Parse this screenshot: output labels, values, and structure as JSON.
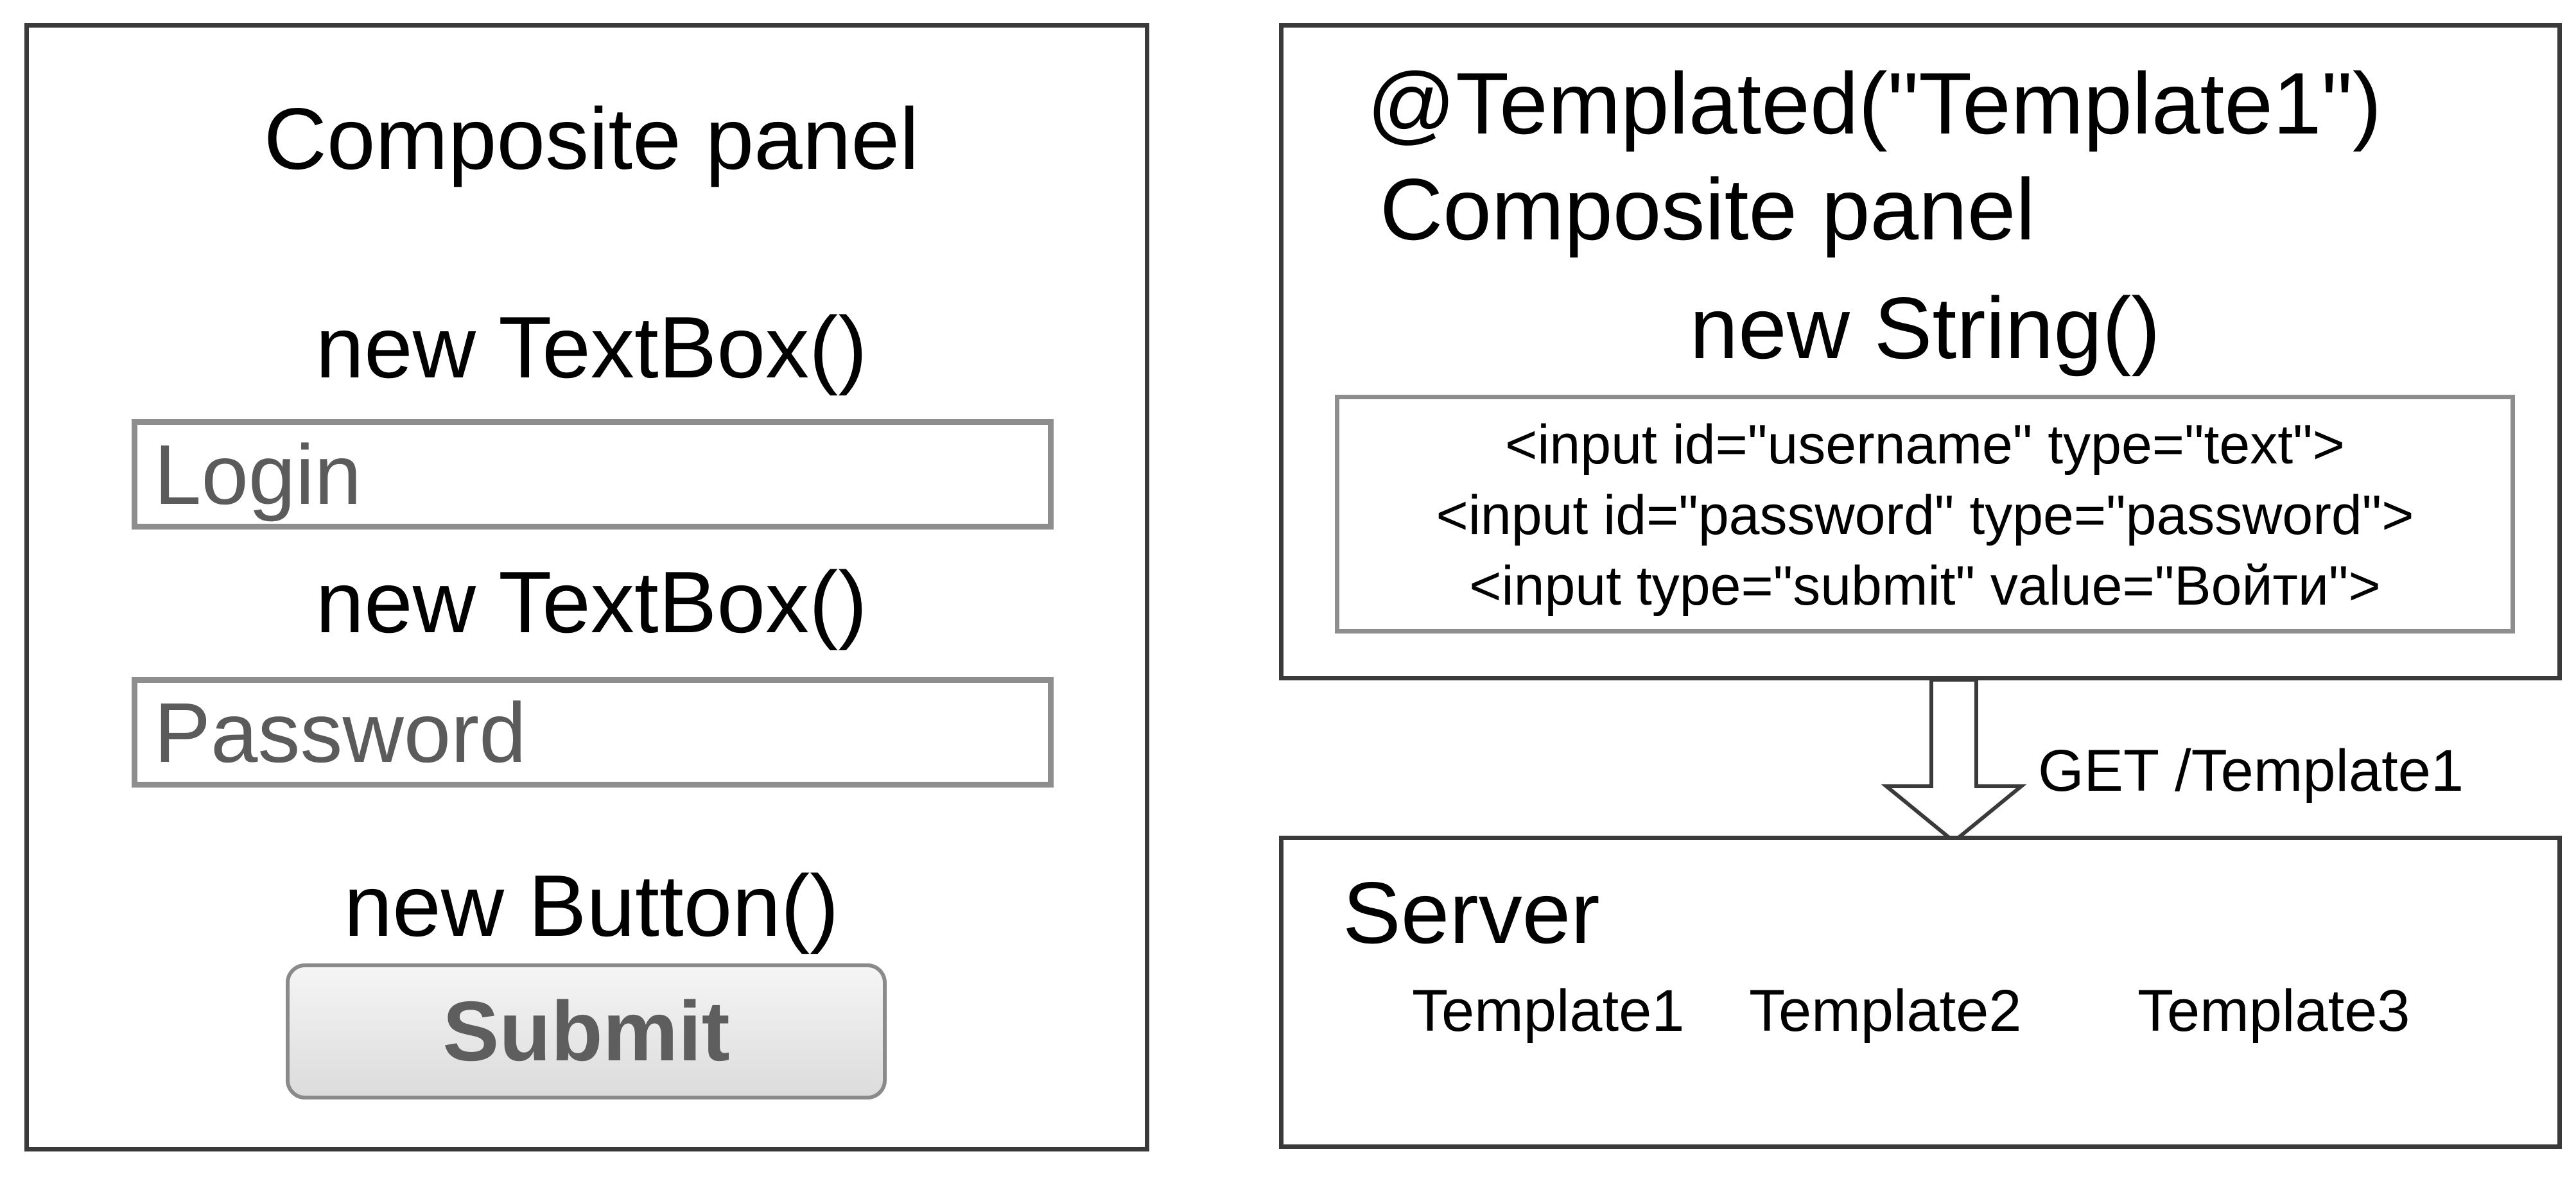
{
  "left_panel": {
    "title": "Composite panel",
    "textbox1_label": "new  TextBox()",
    "login_placeholder": "Login",
    "textbox2_label": "new  TextBox()",
    "password_placeholder": "Password",
    "button_label": "new  Button()",
    "submit_text": "Submit"
  },
  "template_panel": {
    "annotation": "@Templated(\"Template1\")",
    "title": "Composite panel",
    "string_label": "new  String()",
    "html_lines": [
      "<input id=\"username\" type=\"text\">",
      "<input id=\"password\" type=\"password\">",
      "<input type=\"submit\" value=\"Войти\">"
    ]
  },
  "arrow": {
    "label": "GET /Template1"
  },
  "server_panel": {
    "title": "Server",
    "templates": [
      "Template1",
      "Template2",
      "Template3"
    ]
  },
  "colors": {
    "border": "#3a3a3a",
    "field_border": "#8e8e8e",
    "field_text": "#5b5b5b",
    "button_text": "#5e5e5e"
  }
}
